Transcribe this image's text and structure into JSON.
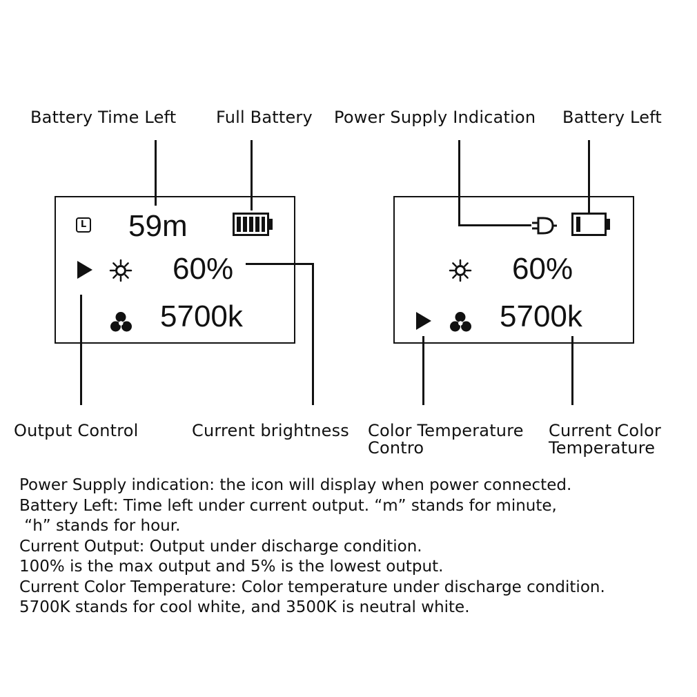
{
  "labels": {
    "battery_time_left": "Battery Time Left",
    "full_battery": "Full Battery",
    "power_supply_indication": "Power Supply Indication",
    "battery_left": "Battery Left",
    "output_control": "Output Control",
    "current_brightness": "Current brightness",
    "color_temp_control_line1": "Color Temperature",
    "color_temp_control_line2": "Contro",
    "current_color_temp_line1": "Current Color",
    "current_color_temp_line2": "Temperature"
  },
  "left_panel": {
    "mode_letter": "L",
    "time_left": "59m",
    "brightness": "60%",
    "color_temp": "5700k",
    "icons": [
      "mode-l-icon",
      "battery-full-icon",
      "play-arrow-icon",
      "sun-icon",
      "fan-icon"
    ]
  },
  "right_panel": {
    "brightness": "60%",
    "color_temp": "5700k",
    "icons": [
      "plug-icon",
      "battery-low-icon",
      "sun-icon",
      "play-arrow-icon",
      "fan-icon"
    ]
  },
  "description": {
    "lines": [
      "Power Supply indication: the icon will display when power connected.",
      "Battery Left: Time left under current output. “m” stands for minute,",
      " “h” stands for hour.",
      "Current Output: Output under discharge condition.",
      "100% is the max output and 5% is the lowest output.",
      "Current Color Temperature: Color temperature under discharge condition.",
      "5700K stands for cool white, and 3500K is neutral white."
    ]
  },
  "colors": {
    "ink": "#111111",
    "background": "#ffffff"
  }
}
